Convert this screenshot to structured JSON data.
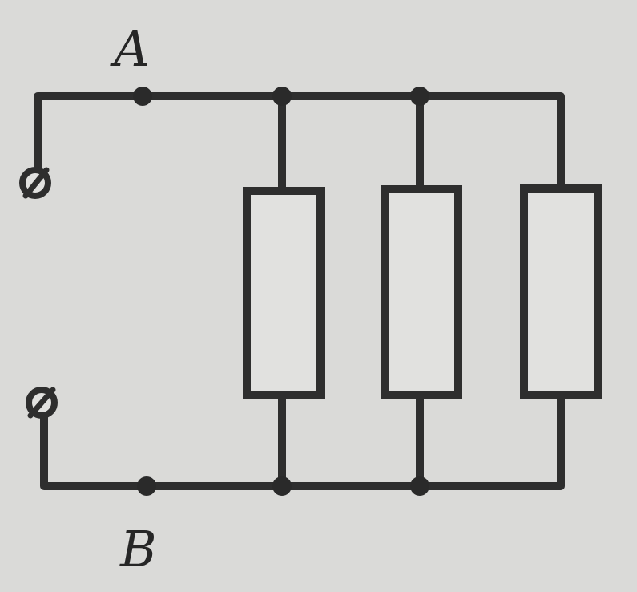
{
  "diagram": {
    "labels": {
      "top_node": "A",
      "bottom_node": "B"
    },
    "components": {
      "resistors": [
        {
          "id": "R1"
        },
        {
          "id": "R2"
        },
        {
          "id": "R3"
        }
      ],
      "terminals": [
        {
          "id": "top-terminal"
        },
        {
          "id": "bottom-terminal"
        }
      ],
      "junction_nodes": [
        {
          "id": "A"
        },
        {
          "id": "top-junction-1"
        },
        {
          "id": "top-junction-2"
        },
        {
          "id": "B"
        },
        {
          "id": "bottom-junction-1"
        },
        {
          "id": "bottom-junction-2"
        }
      ]
    },
    "colors": {
      "background": "#dadad8",
      "ink": "#2e2e2e"
    }
  }
}
